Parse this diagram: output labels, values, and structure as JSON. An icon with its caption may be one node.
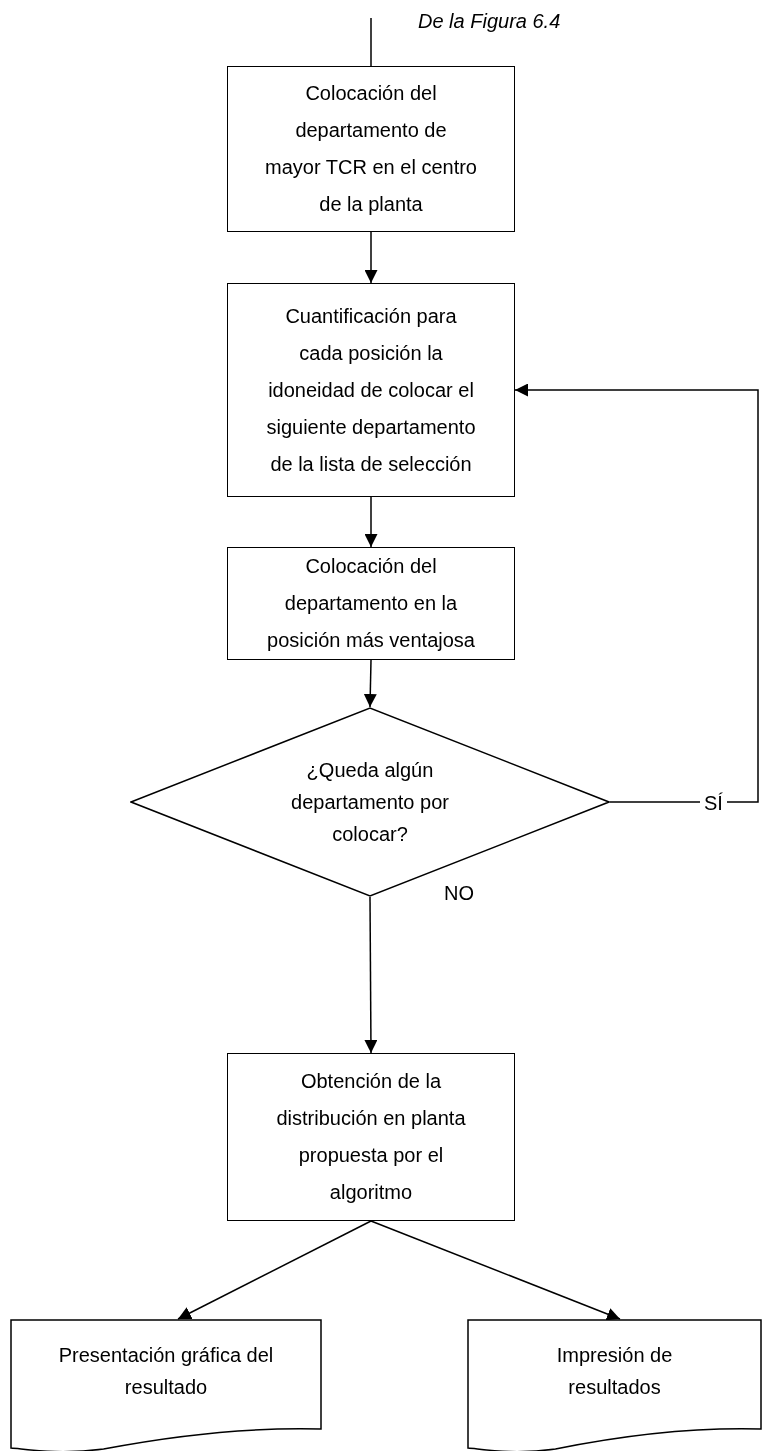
{
  "diagram": {
    "nodes": [
      {
        "text": [
          "Colocación del departamento de mayor TCR en el centro de la planta"
        ]
      },
      {
        "text": [
          "Cuantificación para cada posición la idoneidad de colocar el siguiente departamento de la lista de selección"
        ]
      },
      {
        "text": [
          "Colocación del departamento en la posición más ventajosa"
        ]
      },
      {
        "text": [
          "¿Queda algún departamento por colocar?"
        ]
      },
      {
        "text": [
          "Obtención de la distribución en planta propuesta por el algoritmo"
        ]
      },
      {
        "text": [
          "Presentación gráfica del resultado"
        ]
      },
      {
        "text": [
          "Impresión de resultados"
        ]
      }
    ],
    "edges": [
      {
        "from": null,
        "to": 0,
        "arrow": "none"
      },
      {
        "from": 0,
        "to": 1,
        "arrow": "to"
      },
      {
        "from": 1,
        "to": 2,
        "arrow": "to"
      },
      {
        "from": 2,
        "to": 3,
        "arrow": "to"
      },
      {
        "from": 3,
        "to": 1,
        "arrow": "to",
        "label": "SÍ"
      },
      {
        "from": 3,
        "to": 4,
        "arrow": "to",
        "label": "NO"
      },
      {
        "from": 4,
        "to": 5,
        "arrow": "to"
      },
      {
        "from": 4,
        "to": 6,
        "arrow": "to"
      }
    ],
    "labels": [
      "De la Figura 6.4"
    ]
  }
}
